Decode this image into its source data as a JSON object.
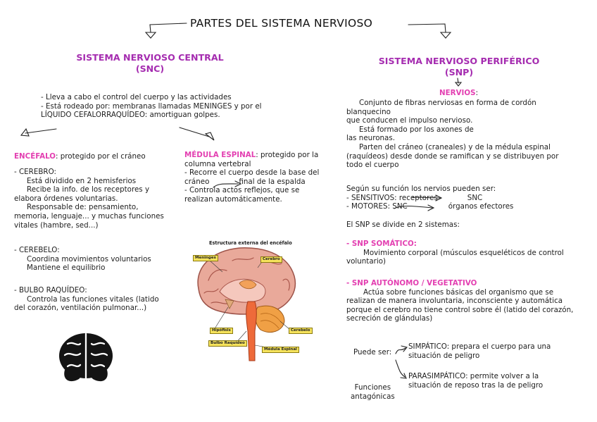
{
  "title": "PARTES DEL SISTEMA NERVIOSO",
  "snc": {
    "heading_line1": "SISTEMA NERVIOSO CENTRAL",
    "heading_line2": "(SNC)",
    "intro": [
      "- Lleva a cabo el control del cuerpo y las actividades",
      "- Está rodeado por: membranas llamadas MENINGES y por el",
      "LÍQUIDO CEFALORRAQUÍDEO: amortiguan golpes."
    ],
    "encefalo": {
      "title": "ENCÉFALO",
      "title_rest": ": protegido por el cráneo",
      "cerebro_title": "- CEREBRO:",
      "cerebro": [
        "Está dividido en 2 hemisferios",
        "Recibe la info. de los receptores y",
        "elabora órdenes voluntarias.",
        "Responsable de: pensamiento,",
        "memoria, lenguaje... y muchas funciones",
        "vitales (hambre, sed...)"
      ],
      "cerebelo_title": "- CEREBELO:",
      "cerebelo": [
        "Coordina movimientos voluntarios",
        "Mantiene el equilibrio"
      ],
      "bulbo_title": "- BULBO RAQUÍDEO:",
      "bulbo": [
        "Controla las funciones vitales (latido",
        "del corazón, ventilación pulmonar...)"
      ]
    },
    "medula": {
      "title": "MÉDULA ESPINAL",
      "title_rest": ": protegido por la",
      "lines": [
        "columna vertebral",
        "- Recorre el cuerpo desde la base del",
        "cráneo",
        "final de la espalda",
        "- Controla actos reflejos, que se",
        "realizan automáticamente."
      ]
    },
    "diagram": {
      "title": "Estructura externa del encéfalo",
      "labels": [
        "Meninges",
        "Cerebro",
        "Hipófisis",
        "Cerebelo",
        "Bulbo Raquídeo",
        "Médula Espinal"
      ]
    }
  },
  "snp": {
    "heading_line1": "SISTEMA NERVIOSO PERIFÉRICO",
    "heading_line2": "(SNP)",
    "nervios": {
      "title": "NERVIOS",
      "title_rest": ":",
      "lines": [
        "Conjunto de fibras nerviosas en forma de cordón",
        "blanquecino",
        "que conducen el impulso nervioso.",
        "Está formado por los axones de",
        "las neuronas.",
        "Parten del cráneo (craneales) y de la médula espinal",
        "(raquídeos) desde donde se ramifican y se distribuyen por",
        "todo el cuerpo"
      ]
    },
    "funcion": {
      "intro": "Según su función los nervios pueden ser:",
      "sensitivos": "- SENSITIVOS: receptores",
      "sensitivos_to": "SNC",
      "motores": "- MOTORES: SNC",
      "motores_to": "órganos efectores"
    },
    "divide": "El SNP se divide en 2 sistemas:",
    "somatico": {
      "title": "- SNP SOMÁTICO:",
      "lines": [
        "Movimiento corporal (músculos esqueléticos de control",
        "voluntario)"
      ]
    },
    "autonomo": {
      "title": "- SNP AUTÓNOMO / VEGETATIVO",
      "lines": [
        "Actúa sobre funciones básicas del organismo que se",
        "realizan de manera involuntaria, inconsciente y automática",
        "porque el cerebro no tiene control sobre él (latido del corazón,",
        "secreción de glándulas)"
      ]
    },
    "puede_ser": "Puede ser:",
    "simpatico": [
      "SIMPÁTICO: prepara el cuerpo para una",
      "situación de peligro"
    ],
    "parasimpatico": [
      "PARASIMPÁTICO: permite volver a la",
      "situación de reposo tras la de peligro"
    ],
    "antagonicas": [
      "Funciones",
      "antagónicas"
    ]
  },
  "colors": {
    "heading": "#a52cb0",
    "accent": "#e33fb1",
    "text": "#1e1e1e"
  },
  "icons": [
    "brain-silhouette-icon",
    "brain-diagram"
  ]
}
